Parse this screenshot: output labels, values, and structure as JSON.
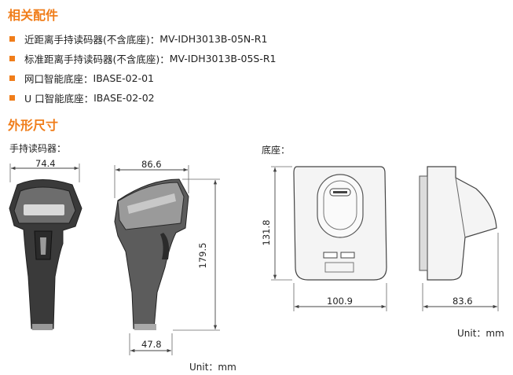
{
  "section_accessories": {
    "title": "相关配件",
    "items": [
      {
        "label": "近距离手持读码器(不含底座)：",
        "value": "MV-IDH3013B-05N-R1"
      },
      {
        "label": "标准距离手持读码器(不含底座)：",
        "value": "MV-IDH3013B-05S-R1"
      },
      {
        "label": "网口智能底座：",
        "value": "IBASE-02-01"
      },
      {
        "label": "U 口智能底座：",
        "value": "IBASE-02-02"
      }
    ]
  },
  "section_dimensions": {
    "title": "外形尺寸",
    "scanner": {
      "label": "手持读码器：",
      "dims": {
        "front_width": "74.4",
        "side_depth": "86.6",
        "height": "179.5",
        "base_depth": "47.8"
      },
      "unit": "Unit：mm"
    },
    "base": {
      "label": "底座：",
      "dims": {
        "height": "131.8",
        "width": "100.9",
        "depth": "83.6"
      },
      "unit": "Unit：mm"
    }
  },
  "colors": {
    "accent": "#f07d1a",
    "device_dark": "#3a3a3a",
    "device_mid": "#8a8a8a",
    "line": "#555555"
  }
}
